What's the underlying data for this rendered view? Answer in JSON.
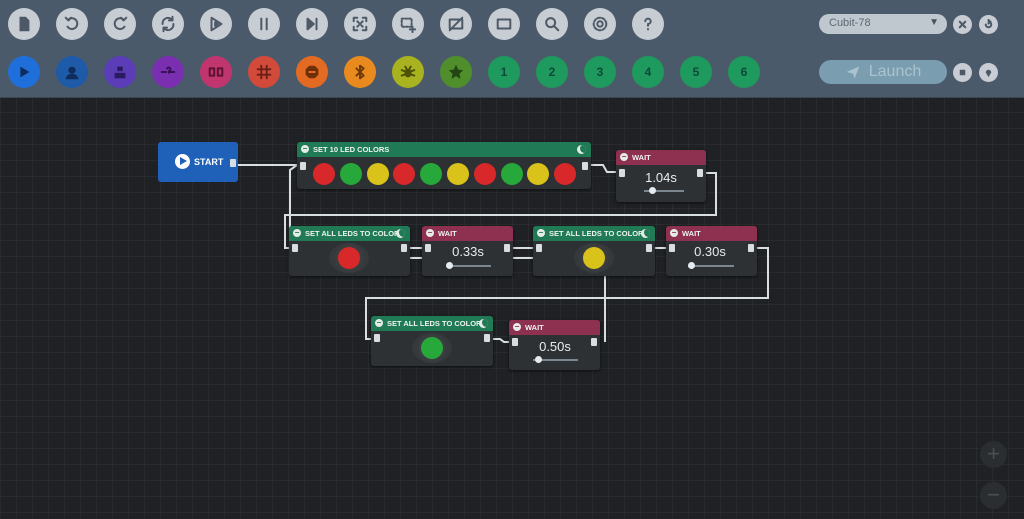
{
  "toolbar": {
    "row1_buttons": [
      {
        "name": "new-file-icon"
      },
      {
        "name": "undo-icon"
      },
      {
        "name": "redo-icon"
      },
      {
        "name": "refresh-icon"
      },
      {
        "name": "run-icon"
      },
      {
        "name": "pause-icon"
      },
      {
        "name": "step-icon"
      },
      {
        "name": "fit-screen-icon"
      },
      {
        "name": "add-selection-icon"
      },
      {
        "name": "hide-image-icon"
      },
      {
        "name": "rectangle-icon"
      },
      {
        "name": "search-icon"
      },
      {
        "name": "settings-icon"
      },
      {
        "name": "help-icon"
      }
    ],
    "row2_buttons": [
      {
        "name": "start-block-icon",
        "color": "#1e6fd9"
      },
      {
        "name": "user-block-icon",
        "color": "#1d5ba8"
      },
      {
        "name": "robot-block-icon",
        "color": "#5b3db8"
      },
      {
        "name": "logic-block-icon",
        "color": "#7a2fb0"
      },
      {
        "name": "flow-block-icon",
        "color": "#c0356e"
      },
      {
        "name": "function-block-icon",
        "color": "#d24a3a"
      },
      {
        "name": "stop-block-icon",
        "color": "#e36a23"
      },
      {
        "name": "bluetooth-icon",
        "color": "#e88a1e"
      },
      {
        "name": "bug-icon",
        "color": "#a9b21f"
      },
      {
        "name": "favorite-icon",
        "color": "#4f8e2b"
      },
      {
        "name": "slot-1-icon",
        "color": "#1e9a5e",
        "label": "1"
      },
      {
        "name": "slot-2-icon",
        "color": "#1e9a5e",
        "label": "2"
      },
      {
        "name": "slot-3-icon",
        "color": "#1e9a5e",
        "label": "3"
      },
      {
        "name": "slot-4-icon",
        "color": "#1e9a5e",
        "label": "4"
      },
      {
        "name": "slot-5-icon",
        "color": "#1e9a5e",
        "label": "5"
      },
      {
        "name": "slot-6-icon",
        "color": "#1e9a5e",
        "label": "6"
      }
    ],
    "device": "Cubit-78",
    "launch_label": "Launch"
  },
  "canvas": {
    "start_label": "START",
    "set_colors": {
      "title": "SET 10 LED COLORS",
      "leds": [
        "#d8282a",
        "#27a83a",
        "#d9c21a",
        "#d8282a",
        "#27a83a",
        "#d9c21a",
        "#d8282a",
        "#27a83a",
        "#d9c21a",
        "#d8282a"
      ]
    },
    "wait1": {
      "title": "WAIT",
      "value": "1.04s",
      "fraction": 0.2
    },
    "set_all_1": {
      "title": "SET ALL LEDS TO COLOR",
      "color": "#d8282a"
    },
    "wait2": {
      "title": "WAIT",
      "value": "0.33s",
      "fraction": 0.08
    },
    "set_all_2": {
      "title": "SET ALL LEDS TO COLOR",
      "color": "#d9c21a"
    },
    "wait3": {
      "title": "WAIT",
      "value": "0.30s",
      "fraction": 0.07
    },
    "set_all_3": {
      "title": "SET ALL LEDS TO COLOR",
      "color": "#27a83a"
    },
    "wait4": {
      "title": "WAIT",
      "value": "0.50s",
      "fraction": 0.12
    }
  },
  "zoom": {
    "in": "+",
    "out": "−"
  }
}
